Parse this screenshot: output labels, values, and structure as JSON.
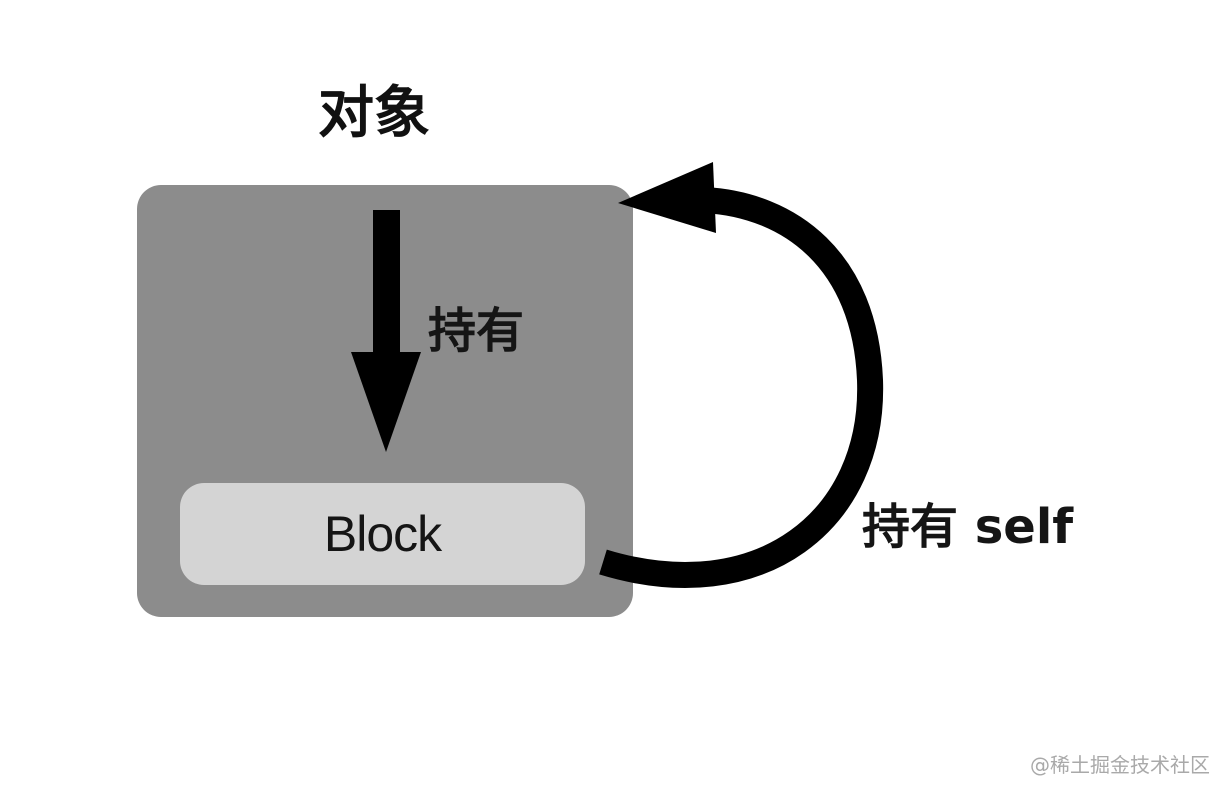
{
  "diagram": {
    "title": "对象",
    "inner_node": "Block",
    "down_arrow_label": "持有",
    "loop_arrow_label": "持有 self"
  },
  "watermark": "@稀土掘金技术社区",
  "colors": {
    "outer_box": "#8c8c8c",
    "inner_box": "#d4d4d4",
    "arrows": "#000000",
    "text": "#151515"
  }
}
